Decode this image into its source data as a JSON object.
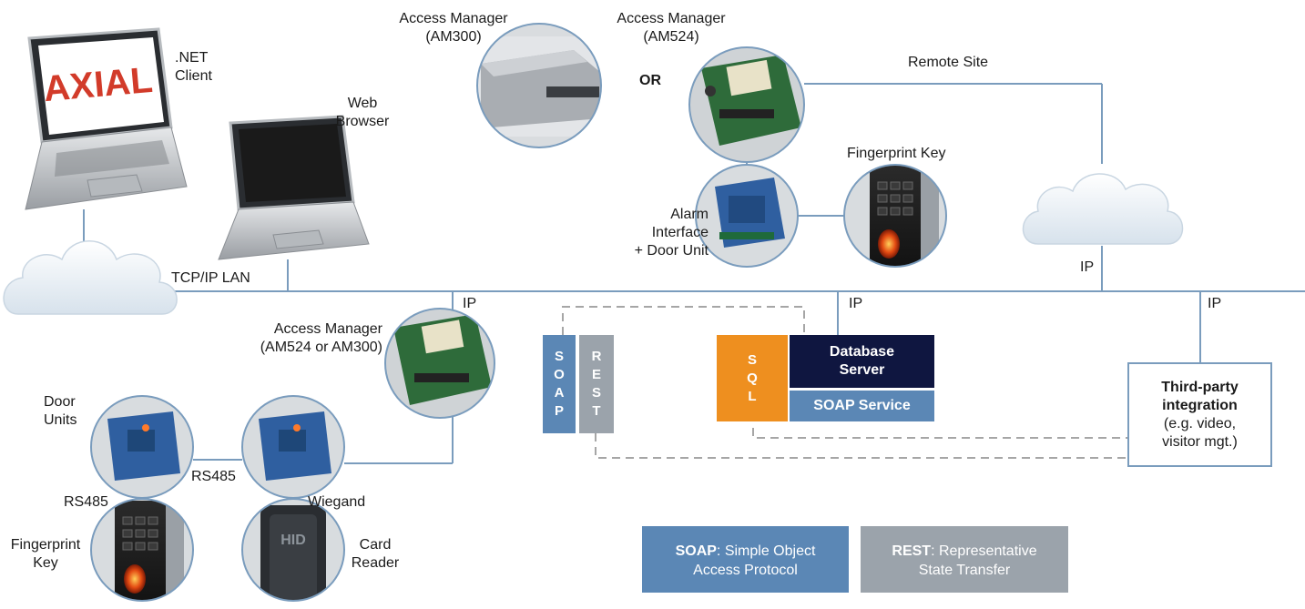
{
  "labels": {
    "net_client": ".NET\nClient",
    "web_browser": "Web\nBrowser",
    "am300": "Access Manager\n(AM300)",
    "am524": "Access Manager\n(AM524)",
    "or": "OR",
    "remote_site": "Remote Site",
    "fingerprint_key_top": "Fingerprint Key",
    "alarm_interface": "Alarm\nInterface\n+ Door Unit",
    "tcpip_lan": "TCP/IP LAN",
    "ip_remote": "IP",
    "ip_am": "IP",
    "ip_db": "IP",
    "ip_third": "IP",
    "am_bottom": "Access Manager\n(AM524 or AM300)",
    "door_units": "Door\nUnits",
    "rs485_between": "RS485",
    "rs485_left": "RS485",
    "wiegand": "Wiegand",
    "fingerprint_key_bottom": "Fingerprint\nKey",
    "card_reader": "Card\nReader"
  },
  "logo_text": "AXIAL",
  "protocols": {
    "soap_letters": [
      "S",
      "O",
      "A",
      "P"
    ],
    "rest_letters": [
      "R",
      "E",
      "S",
      "T"
    ],
    "sql_letters": [
      "S",
      "Q",
      "L"
    ]
  },
  "database": {
    "title": "Database\nServer",
    "service": "SOAP Service"
  },
  "third_party": {
    "title": "Third-party\nintegration",
    "subtitle": "(e.g. video,\nvisitor mgt.)"
  },
  "legend": {
    "soap_term": "SOAP",
    "soap_desc": ": Simple Object\nAccess Protocol",
    "rest_term": "REST",
    "rest_desc": ": Representative\nState Transfer"
  },
  "colors": {
    "line": "#7a9cbd",
    "soap": "#5b87b5",
    "rest": "#9ba3ab",
    "sql": "#ee8f1f",
    "db_navy": "#0f1640",
    "soap_service": "#5b87b5",
    "dashed": "#a6a6a6"
  }
}
